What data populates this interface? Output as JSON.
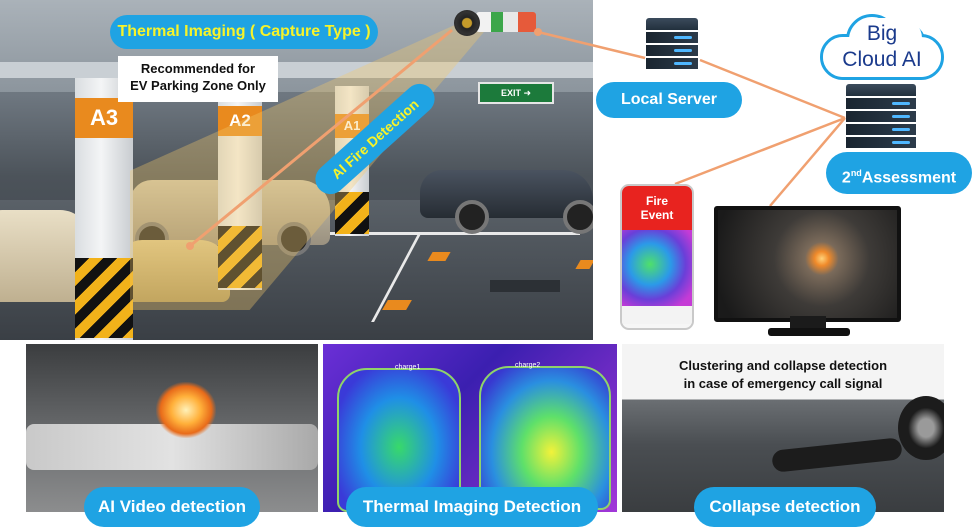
{
  "garage": {
    "title_pill": "Thermal Imaging ( Capture Type )",
    "recommend_line1": "Recommended for",
    "recommend_line2": "EV Parking Zone Only",
    "fire_detection_label": "AI Fire Detection",
    "exit_sign": "EXIT",
    "pillars": [
      "A3",
      "A2",
      "A1"
    ]
  },
  "network": {
    "local_server": "Local Server",
    "cloud_line1": "Big",
    "cloud_line2": "Cloud AI",
    "assessment_prefix": "2",
    "assessment_sup": "nd",
    "assessment_suffix": "Assessment",
    "phone_alert_line1": "Fire",
    "phone_alert_line2": "Event"
  },
  "photos": {
    "thermal_tag_1": "charge1",
    "thermal_tag_2": "charge2",
    "collapse_caption_line1": "Clustering and collapse detection",
    "collapse_caption_line2": "in case of emergency call signal"
  },
  "labels": {
    "video": "AI Video detection",
    "thermal": "Thermal Imaging Detection",
    "collapse": "Collapse detection"
  },
  "colors": {
    "accent_blue": "#1fa3e3",
    "title_text_yellow": "#f7f32a",
    "pillar_orange": "#e98a1e",
    "alert_red": "#e8231f",
    "connector_orange": "#f0a070"
  }
}
